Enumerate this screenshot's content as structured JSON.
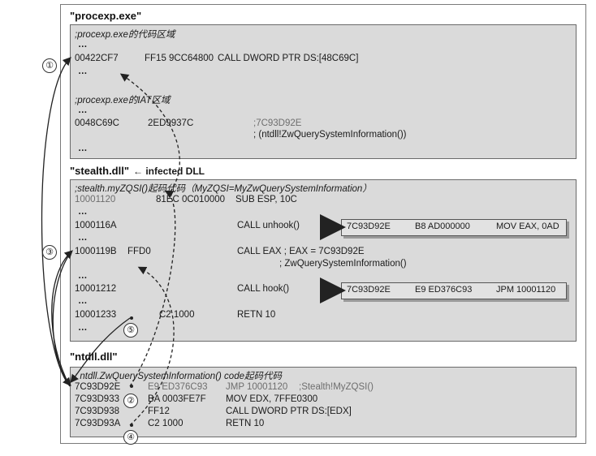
{
  "sections": {
    "procexp": {
      "title": "\"procexp.exe\"",
      "code_header": ";procexp.exe的代码区域",
      "code_dots1": "…",
      "code_line": {
        "addr": "00422CF7",
        "bytes": "FF15 9CC64800",
        "instr": "CALL DWORD PTR DS:[48C69C]"
      },
      "code_dots2": "…",
      "iat_header": ";procexp.exe的IAT区域",
      "iat_dots1": "…",
      "iat_line": {
        "addr": "0048C69C",
        "bytes": "2ED9937C",
        "comment1": ";7C93D92E",
        "comment2": "; (ntdll!ZwQuerySystemInformation())"
      },
      "iat_dots2": "…"
    },
    "stealth": {
      "title": "\"stealth.dll\"",
      "annotation": "← infected DLL",
      "header": ";stealth.myZQSI()起码代码（MyZQSI=MyZwQuerySystemInformation）",
      "lines": [
        {
          "addr": "10001120",
          "bytes": "81EC 0C010000",
          "instr": "SUB ESP, 10C"
        },
        {
          "addr": "…",
          "bytes": "",
          "instr": ""
        },
        {
          "addr": "1000116A",
          "bytes": "",
          "instr": "CALL unhook()"
        },
        {
          "addr": "…",
          "bytes": "",
          "instr": ""
        },
        {
          "addr": "1000119B",
          "bytes": "FFD0",
          "instr": "CALL EAX ; EAX = 7C93D92E"
        },
        {
          "addr": "",
          "bytes": "",
          "instr": "; ZwQuerySystemInformation()"
        },
        {
          "addr": "…",
          "bytes": "",
          "instr": ""
        },
        {
          "addr": "10001212",
          "bytes": "",
          "instr": "CALL hook()"
        },
        {
          "addr": "…",
          "bytes": "",
          "instr": ""
        },
        {
          "addr": "10001233",
          "bytes": "C2 1000",
          "instr": "RETN 10"
        },
        {
          "addr": "…",
          "bytes": "",
          "instr": ""
        }
      ],
      "patch_unhook": {
        "addr": "7C93D92E",
        "bytes": "B8 AD000000",
        "instr": "MOV EAX, 0AD"
      },
      "patch_hook": {
        "addr": "7C93D92E",
        "bytes": "E9 ED376C93",
        "instr": "JPM 10001120"
      }
    },
    "ntdll": {
      "title": "\"ntdll.dll\"",
      "header": "; ntdll.ZwQuerySystemInformation() code起码代码",
      "lines": [
        {
          "addr": "7C93D92E",
          "bytes": "E9 ED376C93",
          "instr": "JMP 10001120",
          "comment": ";Stealth!MyZQSI()"
        },
        {
          "addr": "7C93D933",
          "bytes": "BA 0003FE7F",
          "instr": "MOV EDX, 7FFE0300",
          "comment": ""
        },
        {
          "addr": "7C93D938",
          "bytes": "FF12",
          "instr": "CALL DWORD PTR DS:[EDX]",
          "comment": ""
        },
        {
          "addr": "7C93D93A",
          "bytes": "C2 1000",
          "instr": "RETN 10",
          "comment": ""
        }
      ]
    }
  },
  "step_markers": [
    "①",
    "②",
    "③",
    "④",
    "⑤"
  ],
  "colors": {
    "box_fill": "#dadada",
    "border": "#6a6a6a",
    "arrow": "#222222",
    "grey_text": "#6e6e6e"
  }
}
